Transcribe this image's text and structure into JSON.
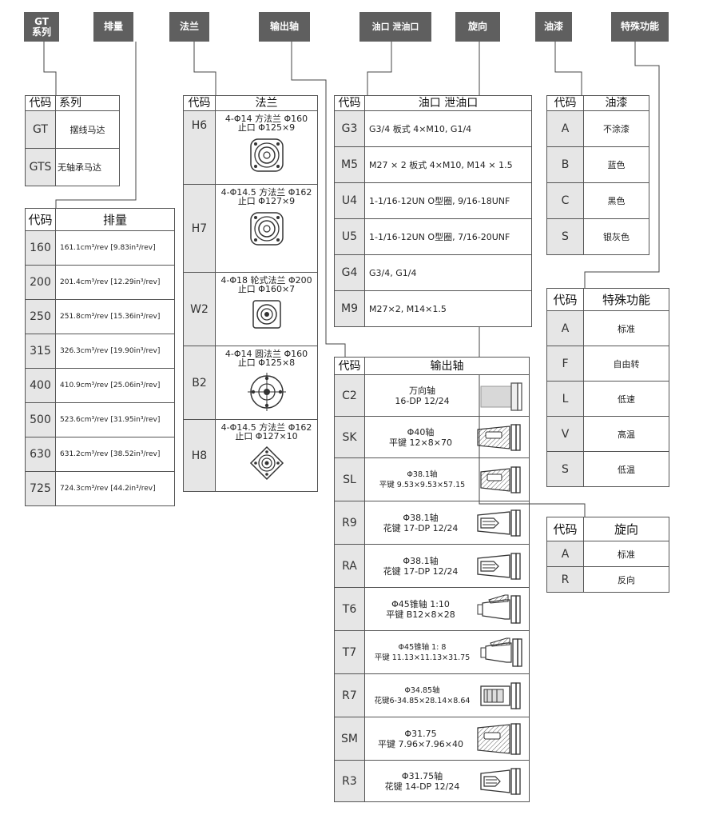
{
  "headers": [
    {
      "id": "series",
      "line1": "GT",
      "line2": "系列"
    },
    {
      "id": "displacement",
      "line1": "排量",
      "line2": ""
    },
    {
      "id": "flange",
      "line1": "法兰",
      "line2": ""
    },
    {
      "id": "shaft",
      "line1": "输出轴",
      "line2": ""
    },
    {
      "id": "port",
      "line1": "油口 泄油口",
      "line2": ""
    },
    {
      "id": "rotation",
      "line1": "旋向",
      "line2": ""
    },
    {
      "id": "paint",
      "line1": "油漆",
      "line2": ""
    },
    {
      "id": "special",
      "line1": "特殊功能",
      "line2": ""
    }
  ],
  "series_table": {
    "code_header": "代码",
    "name_header": "系列",
    "rows": [
      {
        "code": "GT",
        "value": "摆线马达"
      },
      {
        "code": "GTS",
        "value": "无轴承马达"
      }
    ]
  },
  "displacement_table": {
    "code_header": "代码",
    "name_header": "排量",
    "rows": [
      {
        "code": "160",
        "value": "161.1cm³/rev [9.83in³/rev]"
      },
      {
        "code": "200",
        "value": "201.4cm³/rev [12.29in³/rev]"
      },
      {
        "code": "250",
        "value": "251.8cm³/rev [15.36in³/rev]"
      },
      {
        "code": "315",
        "value": "326.3cm³/rev [19.90in³/rev]"
      },
      {
        "code": "400",
        "value": "410.9cm³/rev [25.06in³/rev]"
      },
      {
        "code": "500",
        "value": "523.6cm³/rev [31.95in³/rev]"
      },
      {
        "code": "630",
        "value": "631.2cm³/rev [38.52in³/rev]"
      },
      {
        "code": "725",
        "value": "724.3cm³/rev [44.2in³/rev]"
      }
    ]
  },
  "flange_table": {
    "code_header": "代码",
    "name_header": "法兰",
    "rows": [
      {
        "code": "H6",
        "line1": "4-Φ14 方法兰 Φ160",
        "line2": "止口 Φ125×9",
        "shape": "square"
      },
      {
        "code": "H7",
        "line1": "4-Φ14.5 方法兰 Φ162",
        "line2": "止口 Φ127×9",
        "shape": "square"
      },
      {
        "code": "W2",
        "line1": "4-Φ18 轮式法兰 Φ200",
        "line2": "止口 Φ160×7",
        "shape": "wheel"
      },
      {
        "code": "B2",
        "line1": "4-Φ14 圆法兰 Φ160",
        "line2": "止口 Φ125×8",
        "shape": "round"
      },
      {
        "code": "H8",
        "line1": "4-Φ14.5 方法兰 Φ162",
        "line2": "止口 Φ127×10",
        "shape": "diamond"
      }
    ]
  },
  "port_table": {
    "code_header": "代码",
    "name_header": "油口 泄油口",
    "rows": [
      {
        "code": "G3",
        "value": "G3/4 板式 4×M10, G1/4"
      },
      {
        "code": "M5",
        "value": "M27 × 2 板式 4×M10, M14 × 1.5"
      },
      {
        "code": "U4",
        "value": "1-1/16-12UN O型圈, 9/16-18UNF"
      },
      {
        "code": "U5",
        "value": "1-1/16-12UN O型圈, 7/16-20UNF"
      },
      {
        "code": "G4",
        "value": "G3/4, G1/4"
      },
      {
        "code": "M9",
        "value": "M27×2, M14×1.5"
      }
    ]
  },
  "shaft_table": {
    "code_header": "代码",
    "name_header": "输出轴",
    "rows": [
      {
        "code": "C2",
        "line1": "万向轴",
        "line2": "16-DP 12/24",
        "shape": "cardan"
      },
      {
        "code": "SK",
        "line1": "Φ40轴",
        "line2": "平键 12×8×70",
        "shape": "key"
      },
      {
        "code": "SL",
        "line1": "Φ38.1轴",
        "line2": "平键 9.53×9.53×57.15",
        "shape": "key"
      },
      {
        "code": "R9",
        "line1": "Φ38.1轴",
        "line2": "花键 17-DP 12/24",
        "shape": "spline"
      },
      {
        "code": "RA",
        "line1": "Φ38.1轴",
        "line2": "花键 17-DP 12/24",
        "shape": "spline"
      },
      {
        "code": "T6",
        "line1": "Φ45锥轴 1:10",
        "line2": "平键 B12×8×28",
        "shape": "taper"
      },
      {
        "code": "T7",
        "line1": "Φ45锥轴 1: 8",
        "line2": "平键 11.13×11.13×31.75",
        "shape": "taper"
      },
      {
        "code": "R7",
        "line1": "Φ34.85轴",
        "line2": "花键6-34.85×28.14×8.64",
        "shape": "spline6"
      },
      {
        "code": "SM",
        "line1": "Φ31.75",
        "line2": "平键 7.96×7.96×40",
        "shape": "key"
      },
      {
        "code": "R3",
        "line1": "Φ31.75轴",
        "line2": "花键 14-DP 12/24",
        "shape": "spline"
      }
    ]
  },
  "paint_table": {
    "code_header": "代码",
    "name_header": "油漆",
    "rows": [
      {
        "code": "A",
        "value": "不涂漆"
      },
      {
        "code": "B",
        "value": "蓝色"
      },
      {
        "code": "C",
        "value": "黑色"
      },
      {
        "code": "S",
        "value": "银灰色"
      }
    ]
  },
  "special_table": {
    "code_header": "代码",
    "name_header": "特殊功能",
    "rows": [
      {
        "code": "A",
        "value": "标准"
      },
      {
        "code": "F",
        "value": "自由转"
      },
      {
        "code": "L",
        "value": "低速"
      },
      {
        "code": "V",
        "value": "高温"
      },
      {
        "code": "S",
        "value": "低温"
      }
    ]
  },
  "rotation_table": {
    "code_header": "代码",
    "name_header": "旋向",
    "rows": [
      {
        "code": "A",
        "value": "标准"
      },
      {
        "code": "R",
        "value": "反向"
      }
    ]
  }
}
